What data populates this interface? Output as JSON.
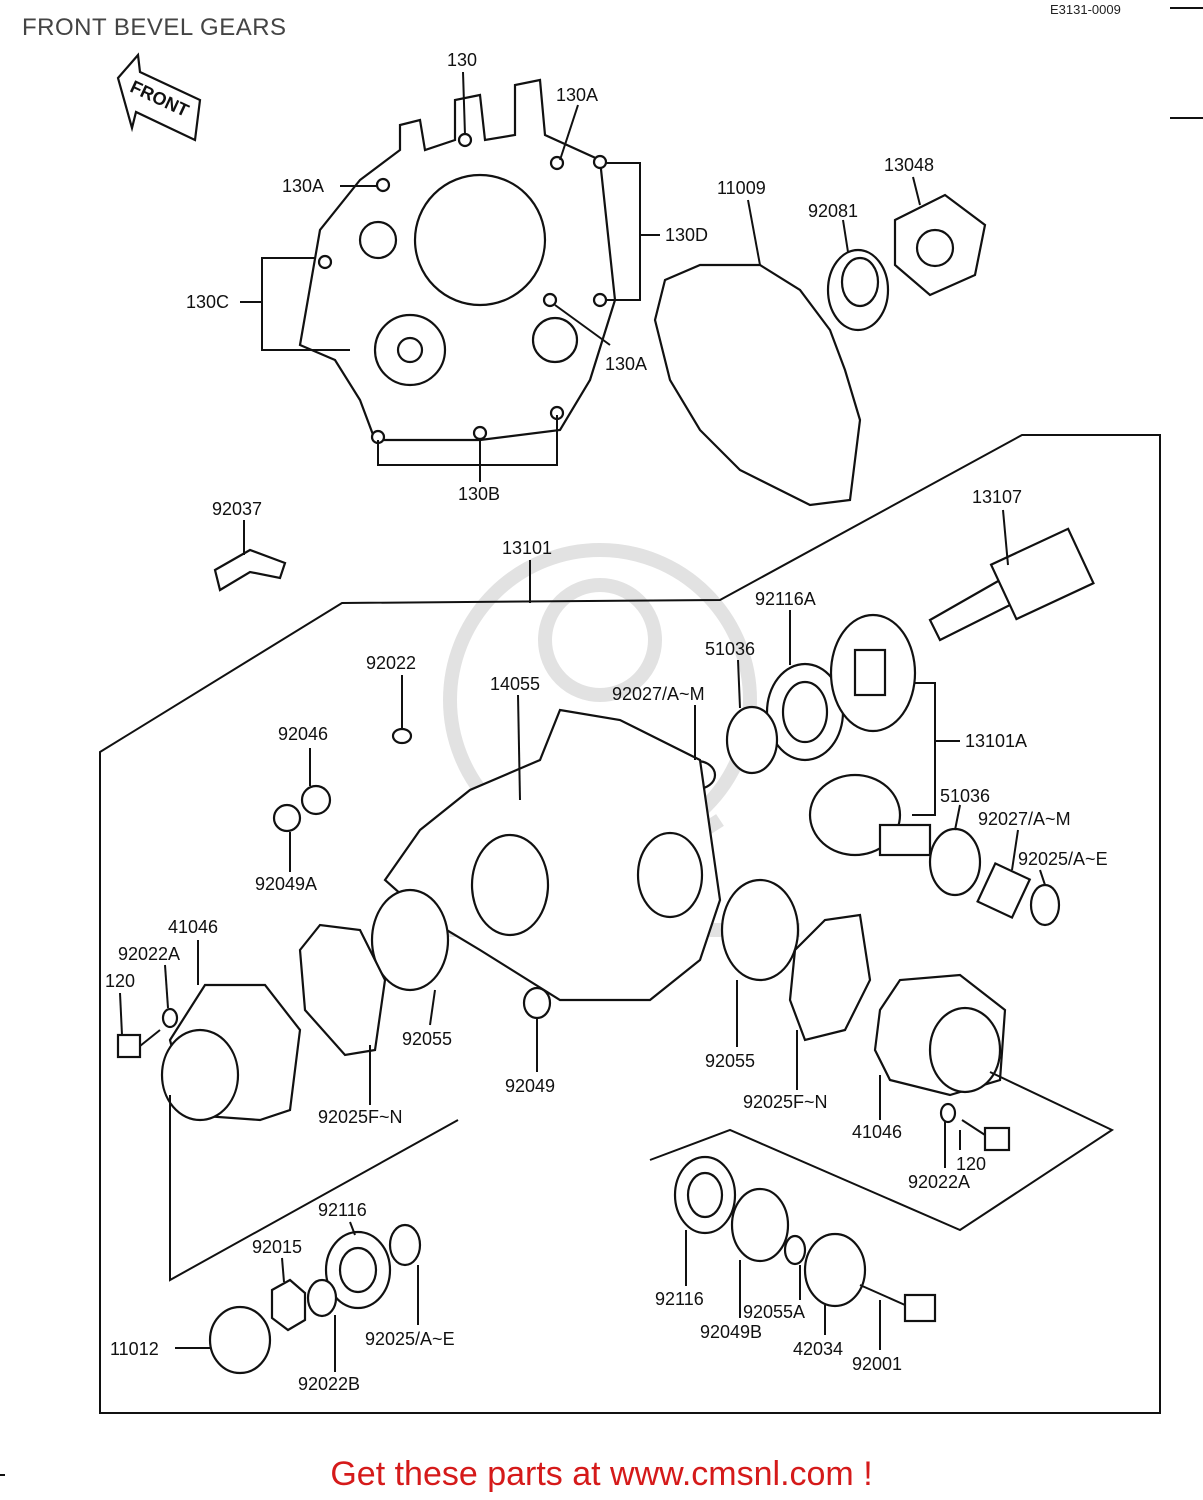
{
  "header": {
    "title": "FRONT BEVEL GEARS",
    "code": "E3131-0009"
  },
  "front_arrow": {
    "label": "FRONT"
  },
  "callouts": {
    "c130": "130",
    "c130a_top": "130A",
    "c130a_left": "130A",
    "c130d": "130D",
    "c130c": "130C",
    "c130a_right": "130A",
    "c130b": "130B",
    "c11009": "11009",
    "c92081": "92081",
    "c13048": "13048",
    "c92037": "92037",
    "c13101": "13101",
    "c13107": "13107",
    "c92116a": "92116A",
    "c51036_top": "51036",
    "c92022": "92022",
    "c14055": "14055",
    "c92027_top": "92027/A~M",
    "c13101a": "13101A",
    "c92046": "92046",
    "c51036_mid": "51036",
    "c92027_mid": "92027/A~M",
    "c92025_ae_right": "92025/A~E",
    "c92049a": "92049A",
    "c41046_left": "41046",
    "c92022a_left": "92022A",
    "c120_left": "120",
    "c92055_left": "92055",
    "c92049": "92049",
    "c92055_right": "92055",
    "c92025fn_left": "92025F~N",
    "c92025fn_right": "92025F~N",
    "c41046_right": "41046",
    "c120_right": "120",
    "c92022a_right": "92022A",
    "c92116_left": "92116",
    "c92015": "92015",
    "c92025_ae_left": "92025/A~E",
    "c11012": "11012",
    "c92022b": "92022B",
    "c92116_right": "92116",
    "c92049b": "92049B",
    "c92055a": "92055A",
    "c42034": "42034",
    "c92001": "92001"
  },
  "footer": {
    "text": "Get these parts at www.cmsnl.com !"
  },
  "colors": {
    "footer": "#d51a1a",
    "line": "#111111"
  }
}
